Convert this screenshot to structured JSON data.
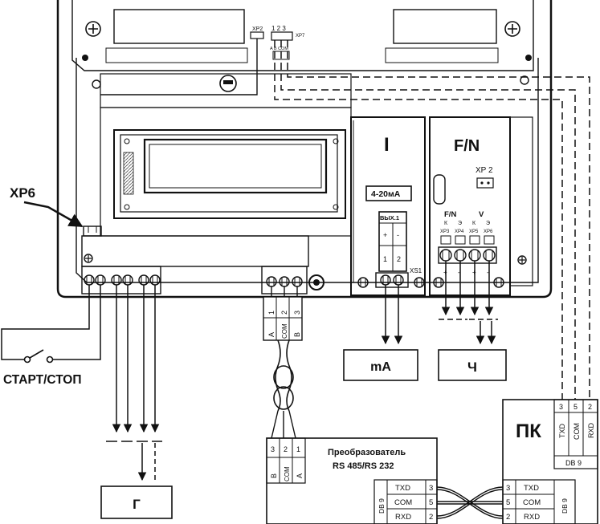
{
  "labels": {
    "xp6": "XP6",
    "start_stop": "СТАРТ/СТОП",
    "xp2_top": "XP2",
    "xp7_pins": "1 2 3",
    "xp7": "XP7",
    "xp7_sub": "A B COM",
    "module_i": "I",
    "module_i_range": "4-20мА",
    "module_i_vyh": "ВЫХ.1",
    "module_i_plus": "+",
    "module_i_minus": "-",
    "module_i_pin1": "1",
    "module_i_pin2": "2",
    "xs1": "XS1",
    "module_fn": "F/N",
    "xp2_module": "XP 2",
    "fn_group": "F/N",
    "v_group": "V",
    "fn_k": "К",
    "fn_e": "Э",
    "v_k": "К",
    "v_e": "Э",
    "xp3": "XP3",
    "xp4": "XP4",
    "xp5": "XP5",
    "xp6_small": "XP6",
    "rs_pin1": "1",
    "rs_pin2": "2",
    "rs_pin3": "3",
    "rs_a": "A",
    "rs_com": "COM",
    "rs_b": "B"
  },
  "boxes": {
    "ma": "mA",
    "ch": "Ч",
    "g": "Г"
  },
  "converter": {
    "title_line1": "Преобразователь",
    "title_line2": "RS 485/RS 232",
    "pins_top": [
      "3",
      "2",
      "1"
    ],
    "pins_top_labels": [
      "B",
      "COM",
      "A"
    ],
    "db9_label": "DB 9",
    "rows": [
      {
        "name": "TXD",
        "pin": "3"
      },
      {
        "name": "COM",
        "pin": "5"
      },
      {
        "name": "RXD",
        "pin": "2"
      }
    ]
  },
  "pc": {
    "title": "ПК",
    "pins_top": [
      "3",
      "5",
      "2"
    ],
    "pins_top_labels": [
      "TXD",
      "COM",
      "RXD"
    ],
    "db9_label": "DB 9",
    "rows": [
      {
        "name": "TXD",
        "pin": "3"
      },
      {
        "name": "COM",
        "pin": "5"
      },
      {
        "name": "RXD",
        "pin": "2"
      }
    ],
    "db9_bottom": "DB 9"
  }
}
